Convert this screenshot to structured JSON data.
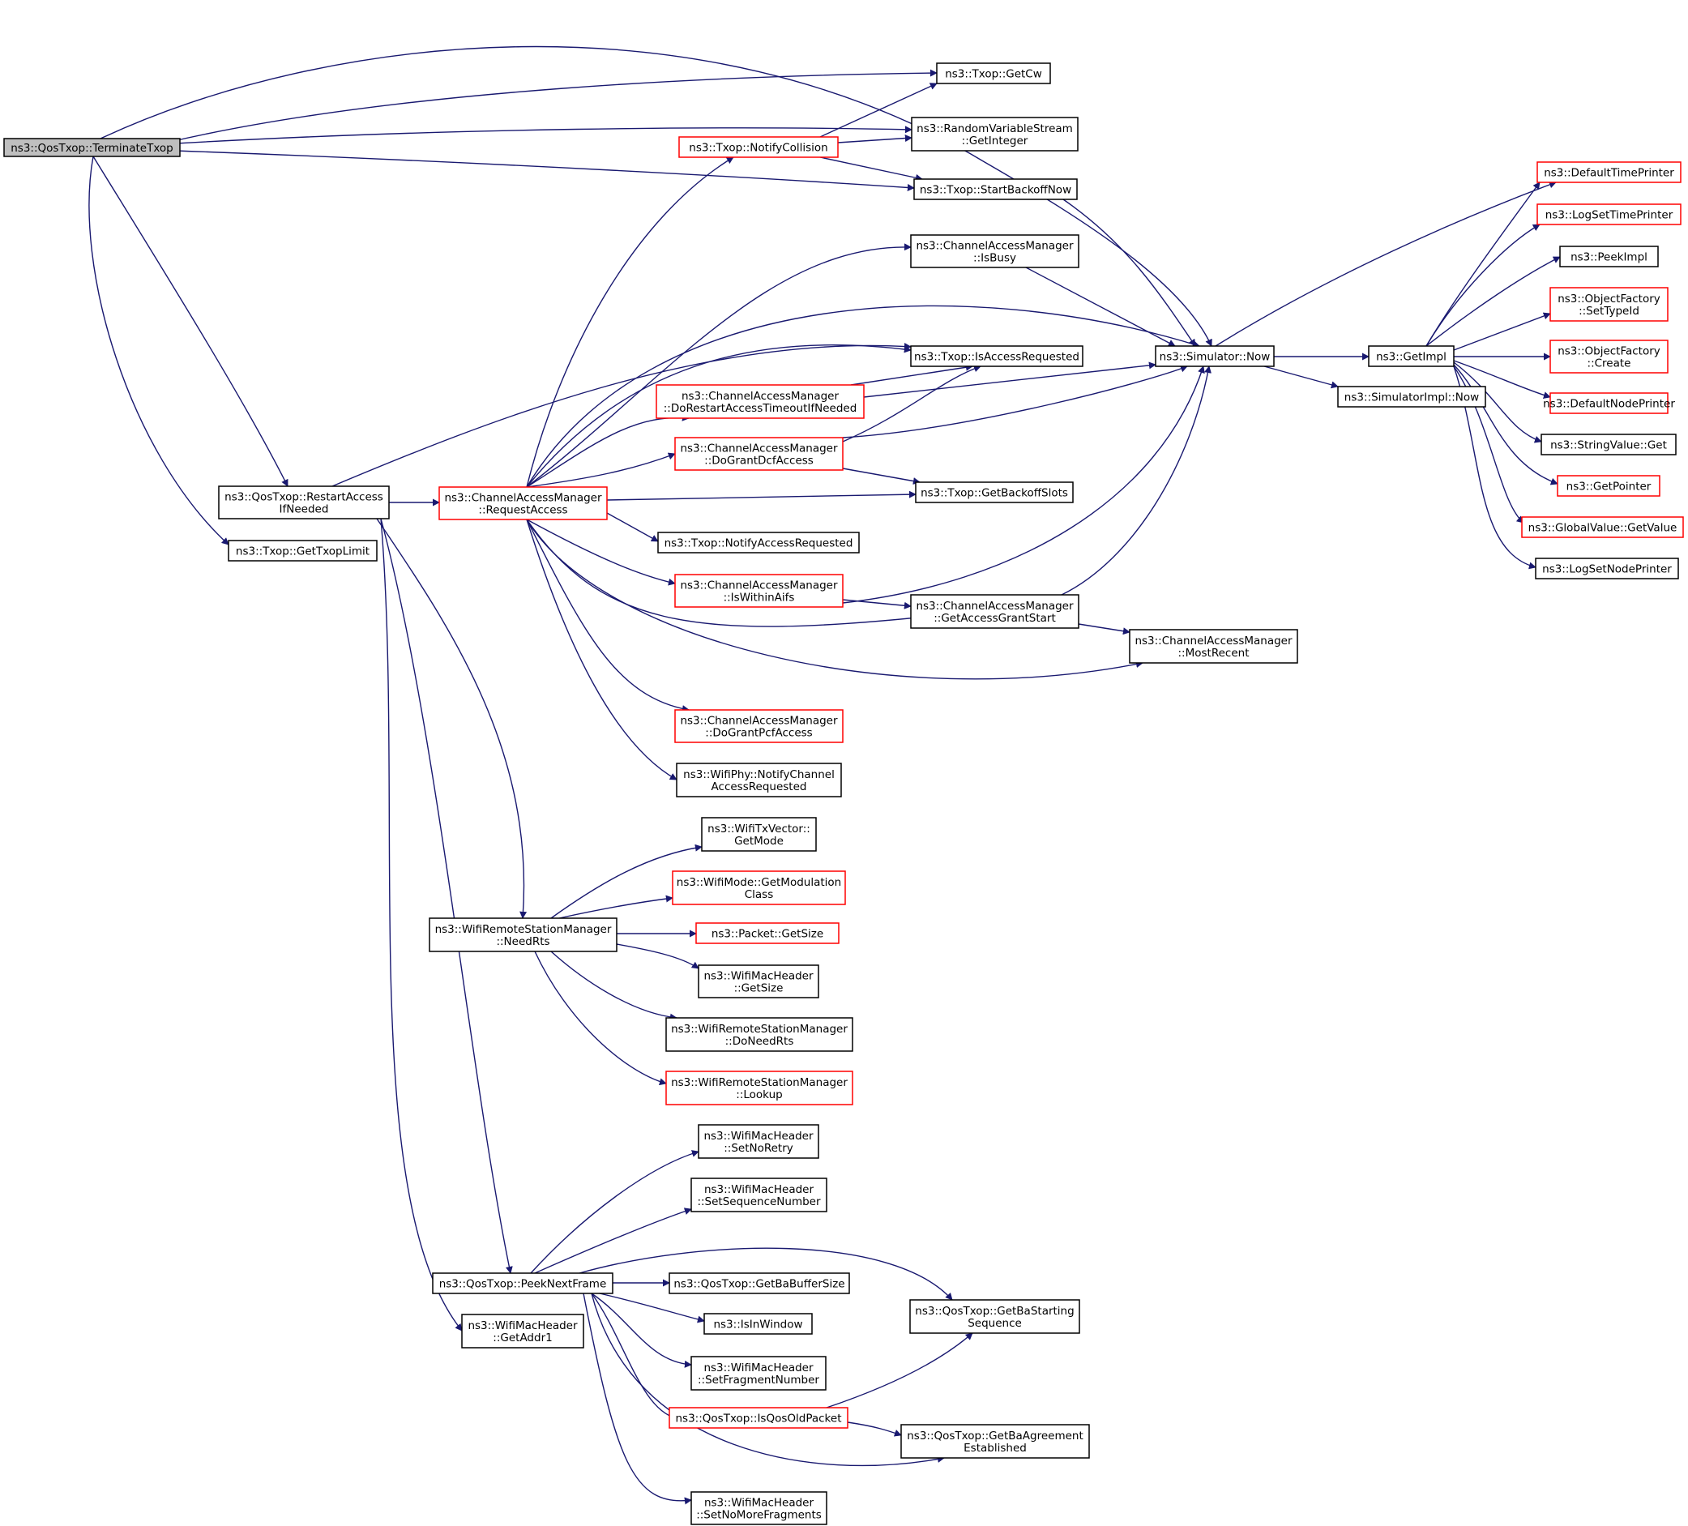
{
  "nodes": [
    {
      "id": "terminate",
      "lines": [
        "ns3::QosTxop::TerminateTxop"
      ],
      "style": "root",
      "interactable": true
    },
    {
      "id": "getcw",
      "lines": [
        "ns3::Txop::GetCw"
      ],
      "style": "normal"
    },
    {
      "id": "getinteger",
      "lines": [
        "ns3::RandomVariableStream",
        "::GetInteger"
      ],
      "style": "normal"
    },
    {
      "id": "notifycollision",
      "lines": [
        "ns3::Txop::NotifyCollision"
      ],
      "style": "truncated"
    },
    {
      "id": "startbackoff",
      "lines": [
        "ns3::Txop::StartBackoffNow"
      ],
      "style": "normal"
    },
    {
      "id": "isbusy",
      "lines": [
        "ns3::ChannelAccessManager",
        "::IsBusy"
      ],
      "style": "normal"
    },
    {
      "id": "isaccessrequested",
      "lines": [
        "ns3::Txop::IsAccessRequested"
      ],
      "style": "normal"
    },
    {
      "id": "dorestart",
      "lines": [
        "ns3::ChannelAccessManager",
        "::DoRestartAccessTimeoutIfNeeded"
      ],
      "style": "truncated"
    },
    {
      "id": "dograntdcf",
      "lines": [
        "ns3::ChannelAccessManager",
        "::DoGrantDcfAccess"
      ],
      "style": "truncated"
    },
    {
      "id": "getbackoffslots",
      "lines": [
        "ns3::Txop::GetBackoffSlots"
      ],
      "style": "normal"
    },
    {
      "id": "restartaccess",
      "lines": [
        "ns3::QosTxop::RestartAccess",
        "IfNeeded"
      ],
      "style": "normal"
    },
    {
      "id": "requestaccess",
      "lines": [
        "ns3::ChannelAccessManager",
        "::RequestAccess"
      ],
      "style": "truncated"
    },
    {
      "id": "notifyaccessrequested",
      "lines": [
        "ns3::Txop::NotifyAccessRequested"
      ],
      "style": "normal"
    },
    {
      "id": "gettxoplimit",
      "lines": [
        "ns3::Txop::GetTxopLimit"
      ],
      "style": "normal"
    },
    {
      "id": "iswithinaifs",
      "lines": [
        "ns3::ChannelAccessManager",
        "::IsWithinAifs"
      ],
      "style": "truncated"
    },
    {
      "id": "getaccessgrantstart",
      "lines": [
        "ns3::ChannelAccessManager",
        "::GetAccessGrantStart"
      ],
      "style": "normal"
    },
    {
      "id": "mostrecent",
      "lines": [
        "ns3::ChannelAccessManager",
        "::MostRecent"
      ],
      "style": "normal"
    },
    {
      "id": "dograntpcf",
      "lines": [
        "ns3::ChannelAccessManager",
        "::DoGrantPcfAccess"
      ],
      "style": "truncated"
    },
    {
      "id": "notifychannelaccess",
      "lines": [
        "ns3::WifiPhy::NotifyChannel",
        "AccessRequested"
      ],
      "style": "normal"
    },
    {
      "id": "simnow",
      "lines": [
        "ns3::Simulator::Now"
      ],
      "style": "normal"
    },
    {
      "id": "getimpl",
      "lines": [
        "ns3::GetImpl"
      ],
      "style": "normal"
    },
    {
      "id": "simimplnow",
      "lines": [
        "ns3::SimulatorImpl::Now"
      ],
      "style": "normal"
    },
    {
      "id": "defaulttimeprinter",
      "lines": [
        "ns3::DefaultTimePrinter"
      ],
      "style": "truncated"
    },
    {
      "id": "logsettimeprinter",
      "lines": [
        "ns3::LogSetTimePrinter"
      ],
      "style": "truncated"
    },
    {
      "id": "peekimpl",
      "lines": [
        "ns3::PeekImpl"
      ],
      "style": "normal"
    },
    {
      "id": "ofsettypeid",
      "lines": [
        "ns3::ObjectFactory",
        "::SetTypeId"
      ],
      "style": "truncated"
    },
    {
      "id": "ofcreate",
      "lines": [
        "ns3::ObjectFactory",
        "::Create"
      ],
      "style": "truncated"
    },
    {
      "id": "defaultnodeprinter",
      "lines": [
        "ns3::DefaultNodePrinter"
      ],
      "style": "truncated"
    },
    {
      "id": "stringvalueget",
      "lines": [
        "ns3::StringValue::Get"
      ],
      "style": "normal"
    },
    {
      "id": "getpointer",
      "lines": [
        "ns3::GetPointer"
      ],
      "style": "truncated"
    },
    {
      "id": "globalvalueget",
      "lines": [
        "ns3::GlobalValue::GetValue"
      ],
      "style": "truncated"
    },
    {
      "id": "logsetnodeprinter",
      "lines": [
        "ns3::LogSetNodePrinter"
      ],
      "style": "normal"
    },
    {
      "id": "getmode",
      "lines": [
        "ns3::WifiTxVector::",
        "GetMode"
      ],
      "style": "normal"
    },
    {
      "id": "getmodulationclass",
      "lines": [
        "ns3::WifiMode::GetModulation",
        "Class"
      ],
      "style": "truncated"
    },
    {
      "id": "needrts",
      "lines": [
        "ns3::WifiRemoteStationManager",
        "::NeedRts"
      ],
      "style": "normal"
    },
    {
      "id": "packetgetsize",
      "lines": [
        "ns3::Packet::GetSize"
      ],
      "style": "truncated"
    },
    {
      "id": "machdrgetsize",
      "lines": [
        "ns3::WifiMacHeader",
        "::GetSize"
      ],
      "style": "normal"
    },
    {
      "id": "doneedrts",
      "lines": [
        "ns3::WifiRemoteStationManager",
        "::DoNeedRts"
      ],
      "style": "normal"
    },
    {
      "id": "lookup",
      "lines": [
        "ns3::WifiRemoteStationManager",
        "::Lookup"
      ],
      "style": "truncated"
    },
    {
      "id": "setnoretry",
      "lines": [
        "ns3::WifiMacHeader",
        "::SetNoRetry"
      ],
      "style": "normal"
    },
    {
      "id": "setseqnum",
      "lines": [
        "ns3::WifiMacHeader",
        "::SetSequenceNumber"
      ],
      "style": "normal"
    },
    {
      "id": "peeknextframe",
      "lines": [
        "ns3::QosTxop::PeekNextFrame"
      ],
      "style": "normal"
    },
    {
      "id": "getbabuffersize",
      "lines": [
        "ns3::QosTxop::GetBaBufferSize"
      ],
      "style": "normal"
    },
    {
      "id": "getbastarting",
      "lines": [
        "ns3::QosTxop::GetBaStarting",
        "Sequence"
      ],
      "style": "normal"
    },
    {
      "id": "getaddr1",
      "lines": [
        "ns3::WifiMacHeader",
        "::GetAddr1"
      ],
      "style": "normal"
    },
    {
      "id": "isinwindow",
      "lines": [
        "ns3::IsInWindow"
      ],
      "style": "normal"
    },
    {
      "id": "setfragnum",
      "lines": [
        "ns3::WifiMacHeader",
        "::SetFragmentNumber"
      ],
      "style": "normal"
    },
    {
      "id": "isqosoldpacket",
      "lines": [
        "ns3::QosTxop::IsQosOldPacket"
      ],
      "style": "truncated"
    },
    {
      "id": "getbaagreement",
      "lines": [
        "ns3::QosTxop::GetBaAgreement",
        "Established"
      ],
      "style": "normal"
    },
    {
      "id": "setnomorefrags",
      "lines": [
        "ns3::WifiMacHeader",
        "::SetNoMoreFragments"
      ],
      "style": "normal"
    }
  ],
  "colors": {
    "edge": "#191970",
    "border": "#000000",
    "truncated_border": "#ff0000",
    "root_fill": "#bfbfbf"
  }
}
